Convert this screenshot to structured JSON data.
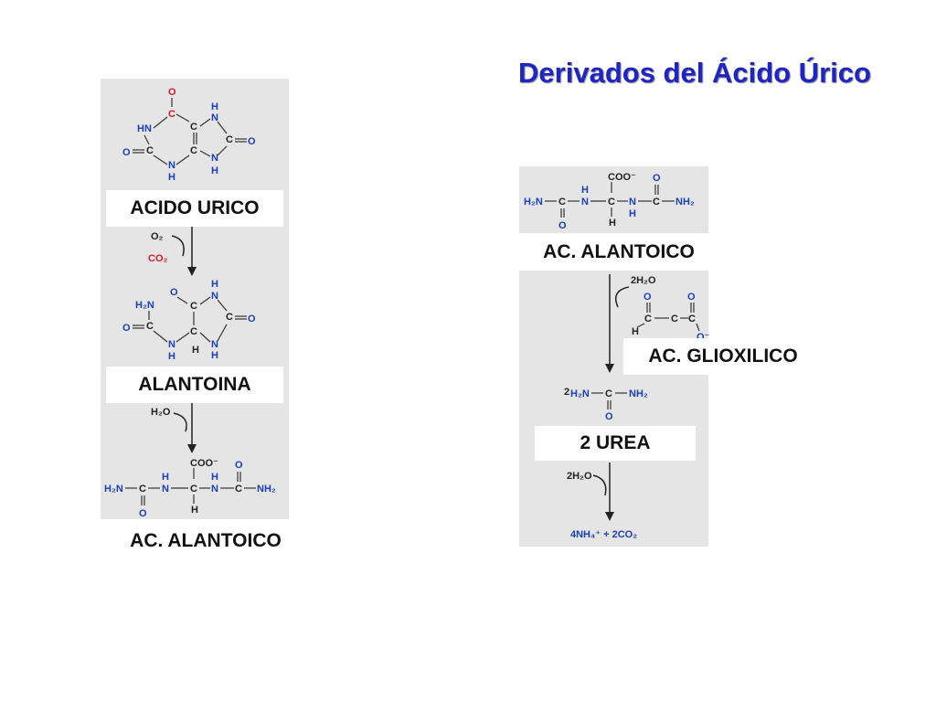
{
  "title": "Derivados del Ácido Úrico",
  "labels": {
    "acido_urico": "ACIDO URICO",
    "alantoina": "ALANTOINA",
    "ac_alantoico_left": "AC. ALANTOICO",
    "ac_alantoico_right": "AC. ALANTOICO",
    "ac_glioxilico": "AC. GLIOXILICO",
    "urea": "2 UREA"
  },
  "reagents": {
    "o2": "O₂",
    "co2": "CO₂",
    "h2o": "H₂O",
    "two_h2o_a": "2H₂O",
    "two_h2o_b": "2H₂O",
    "products": "4NH₄⁺ + 2CO₂"
  },
  "colors": {
    "title": "#1f25c4",
    "atom_blue": "#1a3fb8",
    "atom_red": "#d11a2c",
    "panel": "#e5e5e5"
  }
}
